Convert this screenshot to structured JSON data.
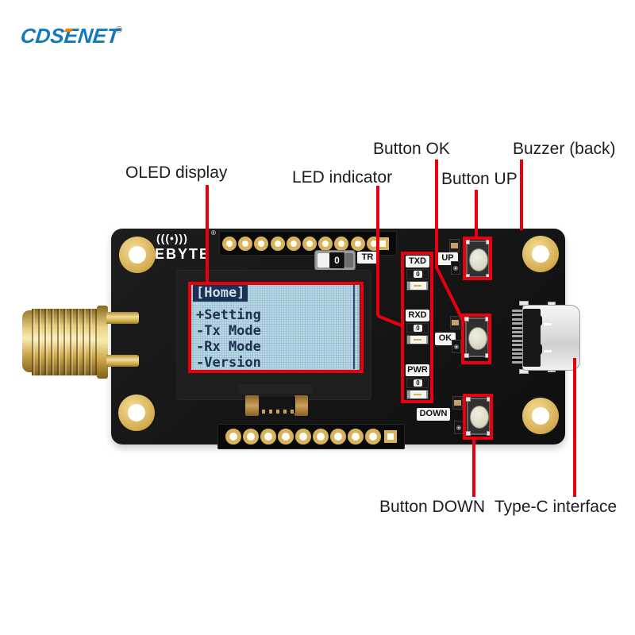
{
  "logo": {
    "text": "CDSENET",
    "registered": "®"
  },
  "annotations": {
    "oled_display": "OLED display",
    "led_indicator": "LED indicator",
    "button_ok": "Button OK",
    "button_up": "Button UP",
    "buzzer_back": "Buzzer (back)",
    "button_down": "Button DOWN",
    "type_c_interface": "Type-C interface"
  },
  "board": {
    "brand": "EBYTE",
    "brand_registered": "®",
    "rf_icon": "(((•)))",
    "mode_switch": {
      "marking": "0",
      "label": "TR"
    },
    "leds": [
      {
        "name": "TXD",
        "resistor_marking": "0"
      },
      {
        "name": "RXD",
        "resistor_marking": "0"
      },
      {
        "name": "PWR",
        "resistor_marking": "0"
      }
    ],
    "buttons": [
      {
        "name": "UP"
      },
      {
        "name": "OK"
      },
      {
        "name": "DOWN"
      }
    ]
  },
  "oled": {
    "menu_lines": [
      "[Home]",
      "+Setting",
      "-Tx Mode",
      "-Rx Mode",
      "-Version"
    ],
    "selected_index": 0
  },
  "colors": {
    "annotation_red": "#e8000f",
    "pcb_black": "#161616",
    "pad_gold": "#d9b35c",
    "screen_blue": "#badae7",
    "screen_ink": "#1d3050",
    "logo_blue": "#1478be",
    "logo_accent": "#f08300"
  }
}
